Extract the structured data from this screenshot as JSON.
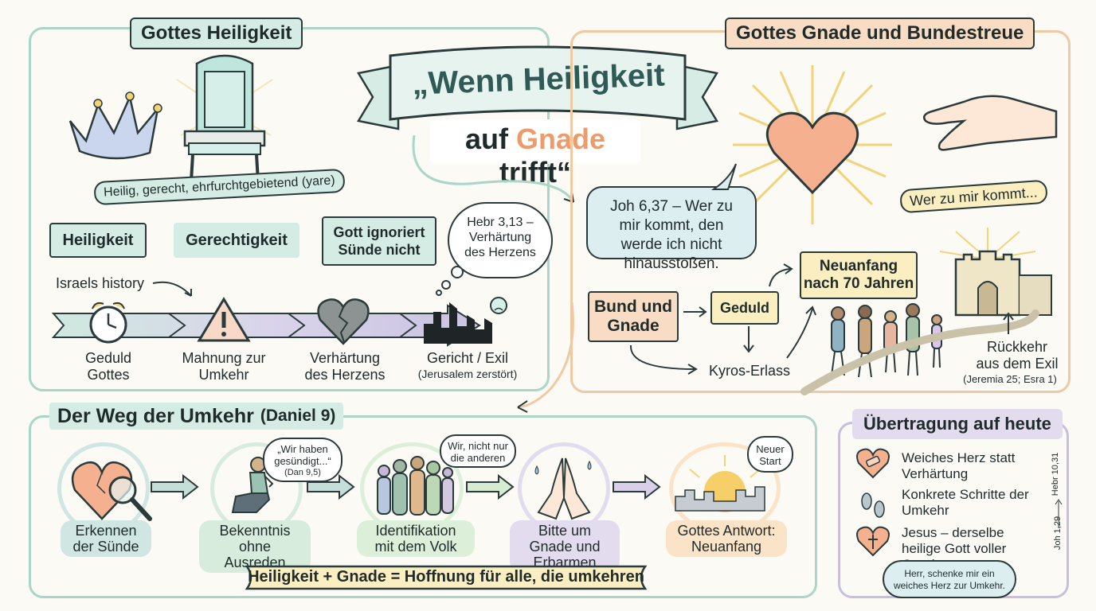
{
  "title": {
    "line1": "„Wenn Heiligkeit",
    "line2_start": "auf",
    "line2_highlight": "Gnade",
    "line2_end": "trifft“"
  },
  "holiness": {
    "heading": "Gottes Heiligkeit",
    "banner": "Heilig, gerecht, ehrfurchtgebietend (yare)",
    "tag1": "Heiligkeit",
    "tag2": "Gerechtigkeit",
    "tag3": "Gott ignoriert Sünde nicht",
    "thought": "Hebr 3,13 – Verhärtung des Herzens",
    "history_label": "Israels history",
    "steps": [
      {
        "label": "Geduld Gottes",
        "icon": "alarm-clock-icon"
      },
      {
        "label": "Mahnung zur Umkehr",
        "icon": "warning-icon"
      },
      {
        "label": "Verhärtung des Herzens",
        "icon": "cracked-heart-icon"
      },
      {
        "label": "Gericht / Exil",
        "sub": "(Jerusalem zerstört)",
        "icon": "ruined-city-icon"
      }
    ]
  },
  "grace": {
    "heading": "Gottes Gnade und Bundestreue",
    "quote": "Joh 6,37 – Wer zu mir kommt, den werde ich nicht hinausstoßen.",
    "banner": "Wer zu mir kommt...",
    "flow": {
      "start": "Bund und Gnade",
      "geduld": "Geduld",
      "neuanfang": "Neuanfang nach 70 Jahren",
      "kyros": "Kyros-Erlass",
      "return": "Rückkehr aus dem Exil",
      "return_ref": "(Jeremia 25; Esra 1)"
    }
  },
  "way": {
    "heading": "Der Weg der Umkehr",
    "heading_ref": "(Daniel 9)",
    "steps": [
      {
        "label": "Erkennen der Sünde",
        "icon": "magnified-heart-icon",
        "color": "#cfe6e2"
      },
      {
        "label": "Bekenntnis ohne Ausreden",
        "icon": "kneeling-person-icon",
        "color": "#d7ecdc"
      },
      {
        "label": "Identifikation mit dem Volk",
        "icon": "group-icon",
        "color": "#dcefd9"
      },
      {
        "label": "Bitte um Gnade und Erbarmen",
        "icon": "praying-hands-icon",
        "color": "#e3dcef"
      },
      {
        "label": "Gottes Antwort: Neuanfang",
        "icon": "sunrise-city-icon",
        "color": "#fbe3c8"
      }
    ],
    "bubble1": "„Wir haben gesündigt...“",
    "bubble1_ref": "(Dan 9,5)",
    "bubble2": "Wir, nicht nur die anderen",
    "bubble3": "Neuer Start",
    "equation": "Heiligkeit + Gnade = Hoffnung für alle, die umkehren"
  },
  "today": {
    "heading": "Übertragung auf heute",
    "items": [
      {
        "text": "Weiches Herz statt Verhärtung",
        "icon": "bandaged-heart-icon"
      },
      {
        "text": "Konkrete Schritte der Umkehr",
        "icon": "footprints-icon"
      },
      {
        "text": "Jesus – derselbe heilige Gott voller Gnade",
        "icon": "cross-heart-icon"
      }
    ],
    "side_top": "Hebr 10,31",
    "side_bottom": "Joh 1,29",
    "prayer": "Herr, schenke mir ein weiches Herz zur Umkehr."
  },
  "colors": {
    "mint": "#cfe8e0",
    "peach": "#f6c9a4",
    "lavender": "#d9cfe8",
    "cream": "#fbefc2",
    "ink": "#1f2a2a"
  }
}
